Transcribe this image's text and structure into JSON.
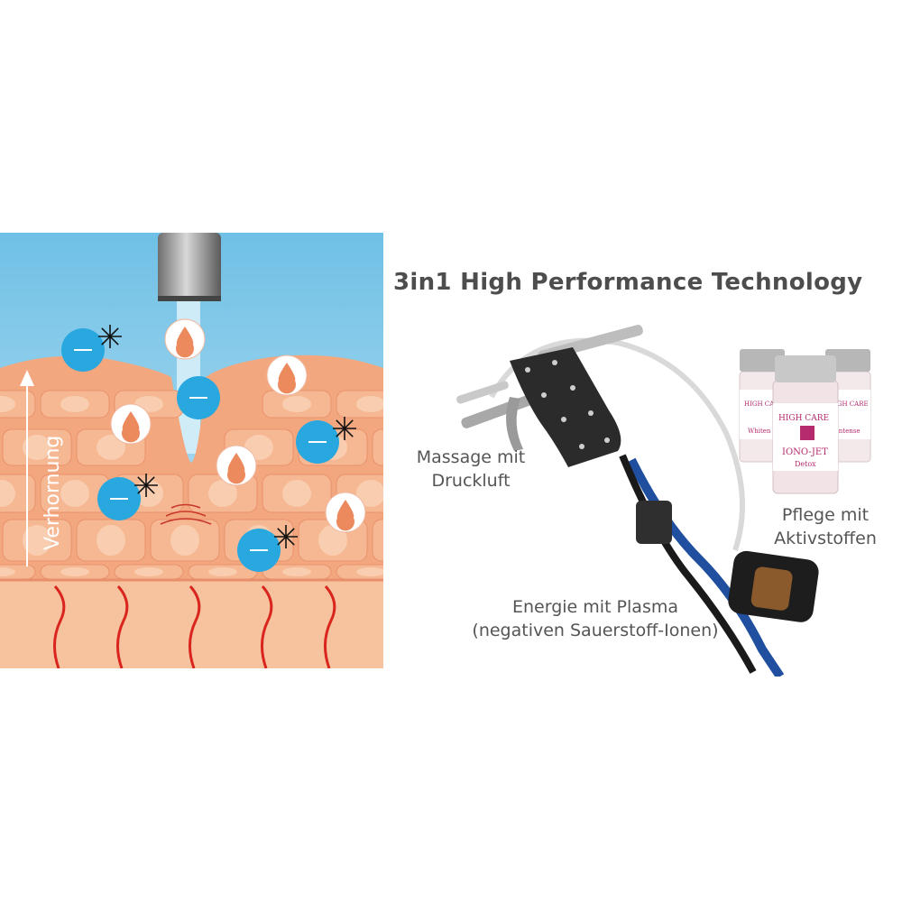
{
  "title": "3in1 High Performance Technology",
  "illustration": {
    "axis_label": "Verhornung",
    "colors": {
      "sky": "#8fcde9",
      "skin": "#f1a37b",
      "cell": "#f6b893",
      "dermis": "#f6c8a4",
      "ion": "#29a7df",
      "vein": "#d9251d"
    }
  },
  "labels": {
    "massage": [
      "Massage mit",
      "Druckluft"
    ],
    "pflege": [
      "Pflege mit",
      "Aktivstoffen"
    ],
    "energie": [
      "Energie mit Plasma",
      "(negativen Sauerstoff-Ionen)"
    ]
  },
  "vials": {
    "brand": "HIGH CARE",
    "product": "IONO-JET",
    "variants": [
      "Detox",
      "Whiten",
      "Intense"
    ]
  }
}
